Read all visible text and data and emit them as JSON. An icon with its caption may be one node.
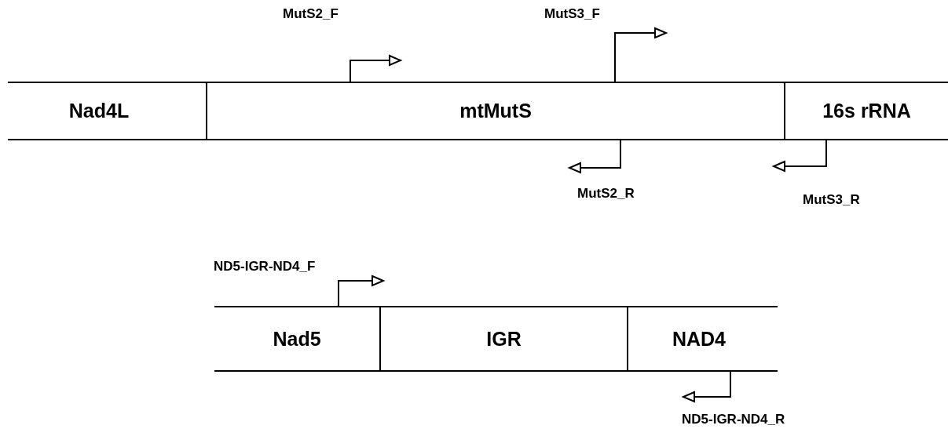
{
  "diagram": {
    "nodes": [
      {
        "text": [
          "Nad4L"
        ]
      },
      {
        "text": [
          "mtMutS"
        ]
      },
      {
        "text": [
          "16s rRNA"
        ]
      },
      {
        "text": [
          "Nad5"
        ]
      },
      {
        "text": [
          "IGR"
        ]
      },
      {
        "text": [
          "NAD4"
        ]
      }
    ],
    "labels": [
      "MutS2_F",
      "MutS3_F",
      "MutS2_R",
      "MutS3_R",
      "ND5-IGR-ND4_F",
      "ND5-IGR-ND4_R"
    ]
  }
}
